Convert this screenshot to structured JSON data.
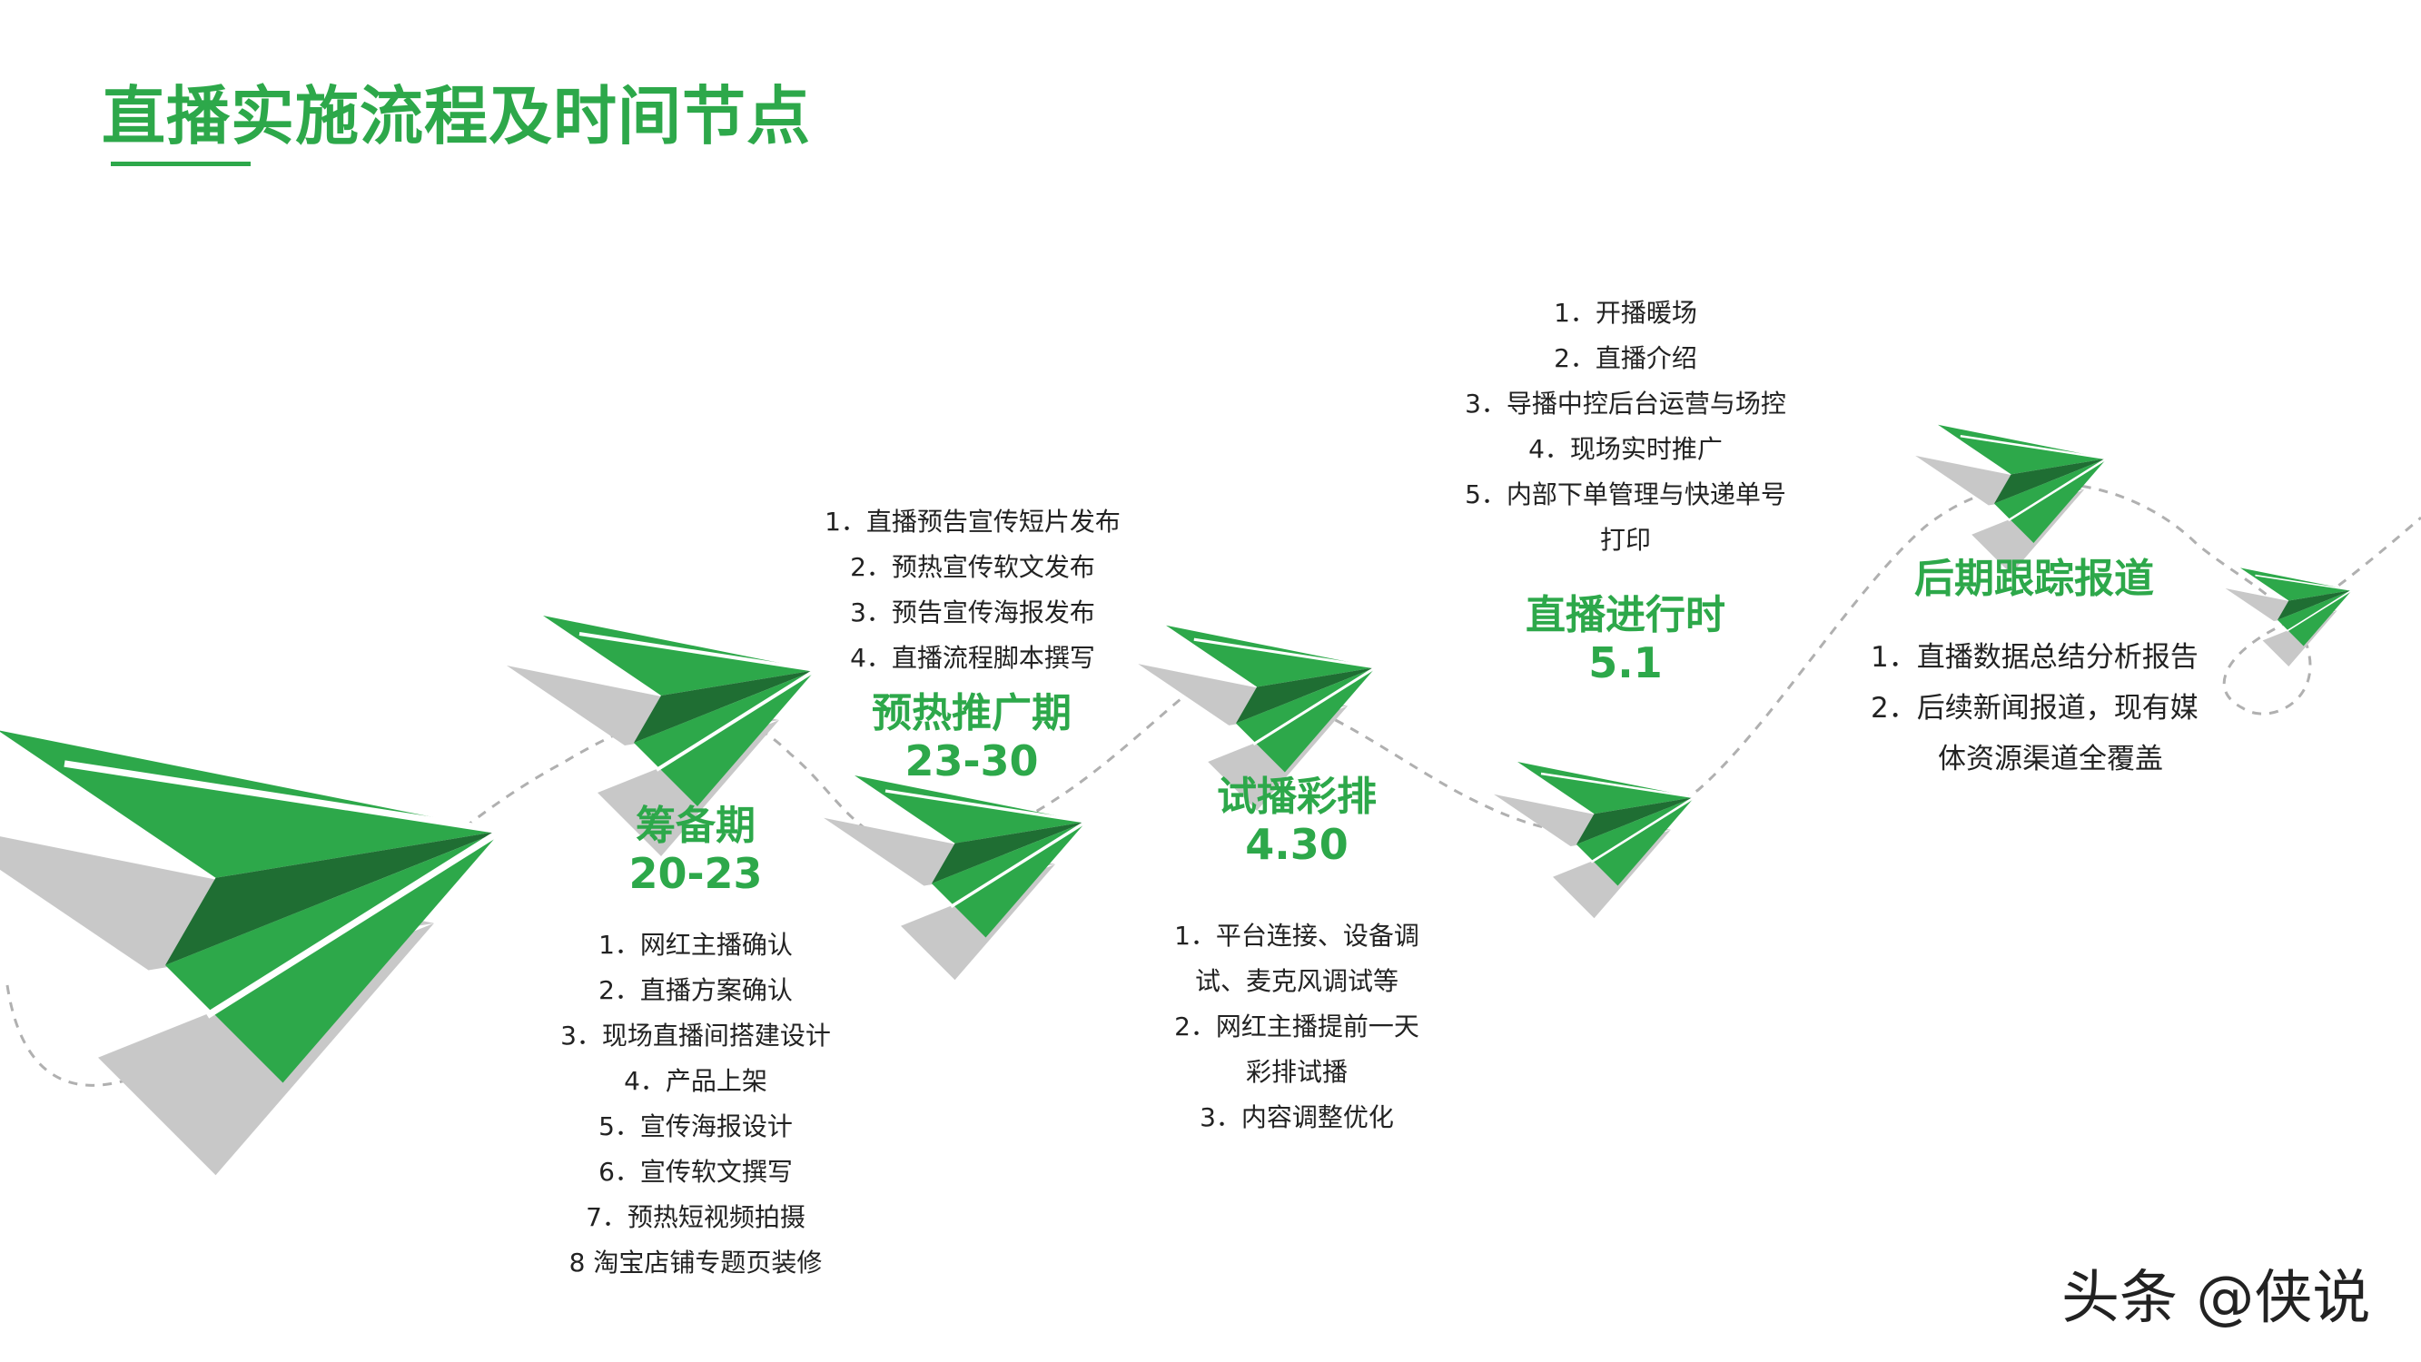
{
  "title": "直播实施流程及时间节点",
  "stages": [
    {
      "name": "筹备期",
      "date": "20-23",
      "tasks": [
        "1．网红主播确认",
        "2．直播方案确认",
        "3．现场直播间搭建设计",
        "4．产品上架",
        "5．宣传海报设计",
        "6．宣传软文撰写",
        "7．预热短视频拍摄",
        "8 淘宝店铺专题页装修"
      ]
    },
    {
      "name": "预热推广期",
      "date": "23-30",
      "tasks": [
        "1．直播预告宣传短片发布",
        "2．预热宣传软文发布",
        "3．预告宣传海报发布",
        "4．直播流程脚本撰写"
      ]
    },
    {
      "name": "试播彩排",
      "date": "4.30",
      "tasks": [
        "1．平台连接、设备调",
        "试、麦克风调试等",
        "2．网红主播提前一天",
        "彩排试播",
        "3．内容调整优化"
      ]
    },
    {
      "name": "直播进行时",
      "date": "5.1",
      "tasks": [
        "1．开播暖场",
        "2．直播介绍",
        "3．导播中控后台运营与场控",
        "4．现场实时推广",
        "5．内部下单管理与快递单号",
        "打印"
      ]
    },
    {
      "name": "后期跟踪报道",
      "date": "",
      "tasks": [
        "1．直播数据总结分析报告",
        "2．后续新闻报道，现有媒",
        "体资源渠道全覆盖"
      ]
    }
  ],
  "watermark": "头条 @侠说",
  "colors": {
    "accent": "#2da84a",
    "accent_dark": "#1f6e33",
    "shadow": "#c8c8c8",
    "path": "#b0b0b0"
  }
}
